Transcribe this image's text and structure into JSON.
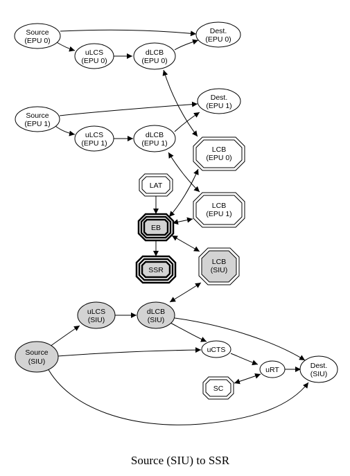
{
  "diagram": {
    "caption": "Source (SIU) to SSR",
    "colors": {
      "stroke": "#000000",
      "fill_default": "#ffffff",
      "fill_siu": "#d3d3d3",
      "background": "#ffffff"
    },
    "nodes": {
      "source_epu0": {
        "line1": "Source",
        "line2": "(EPU 0)",
        "shape": "ellipse"
      },
      "dest_epu0": {
        "line1": "Dest.",
        "line2": "(EPU 0)",
        "shape": "ellipse"
      },
      "ulcs_epu0": {
        "line1": "uLCS",
        "line2": "(EPU 0)",
        "shape": "ellipse"
      },
      "dlcb_epu0": {
        "line1": "dLCB",
        "line2": "(EPU 0)",
        "shape": "ellipse"
      },
      "source_epu1": {
        "line1": "Source",
        "line2": "(EPU 1)",
        "shape": "ellipse"
      },
      "dest_epu1": {
        "line1": "Dest.",
        "line2": "(EPU 1)",
        "shape": "ellipse"
      },
      "ulcs_epu1": {
        "line1": "uLCS",
        "line2": "(EPU 1)",
        "shape": "ellipse"
      },
      "dlcb_epu1": {
        "line1": "dLCB",
        "line2": "(EPU 1)",
        "shape": "ellipse"
      },
      "lcb_epu0": {
        "line1": "LCB",
        "line2": "(EPU 0)",
        "shape": "double-octagon"
      },
      "lcb_epu1": {
        "line1": "LCB",
        "line2": "(EPU 1)",
        "shape": "double-octagon"
      },
      "lat": {
        "line1": "LAT",
        "shape": "double-octagon"
      },
      "eb": {
        "line1": "EB",
        "shape": "triple-octagon",
        "filled": true
      },
      "ssr": {
        "line1": "SSR",
        "shape": "triple-octagon",
        "filled": true
      },
      "lcb_siu": {
        "line1": "LCB",
        "line2": "(SIU)",
        "shape": "double-octagon",
        "filled": true
      },
      "ulcs_siu": {
        "line1": "uLCS",
        "line2": "(SIU)",
        "shape": "ellipse",
        "filled": true
      },
      "dlcb_siu": {
        "line1": "dLCB",
        "line2": "(SIU)",
        "shape": "ellipse",
        "filled": true
      },
      "source_siu": {
        "line1": "Source",
        "line2": "(SIU)",
        "shape": "ellipse",
        "filled": true
      },
      "ucts": {
        "line1": "uCTS",
        "shape": "ellipse"
      },
      "urt": {
        "line1": "uRT",
        "shape": "ellipse"
      },
      "dest_siu": {
        "line1": "Dest.",
        "line2": "(SIU)",
        "shape": "ellipse"
      },
      "sc": {
        "line1": "SC",
        "shape": "double-octagon"
      }
    },
    "edges": [
      {
        "from": "source_epu0",
        "to": "dest_epu0",
        "direction": "forward"
      },
      {
        "from": "source_epu0",
        "to": "ulcs_epu0",
        "direction": "forward"
      },
      {
        "from": "ulcs_epu0",
        "to": "dlcb_epu0",
        "direction": "forward"
      },
      {
        "from": "dlcb_epu0",
        "to": "dest_epu0",
        "direction": "forward"
      },
      {
        "from": "dlcb_epu0",
        "to": "lcb_epu0",
        "direction": "both"
      },
      {
        "from": "source_epu1",
        "to": "dest_epu1",
        "direction": "forward"
      },
      {
        "from": "source_epu1",
        "to": "ulcs_epu1",
        "direction": "forward"
      },
      {
        "from": "ulcs_epu1",
        "to": "dlcb_epu1",
        "direction": "forward"
      },
      {
        "from": "dlcb_epu1",
        "to": "dest_epu1",
        "direction": "forward"
      },
      {
        "from": "dlcb_epu1",
        "to": "lcb_epu1",
        "direction": "both"
      },
      {
        "from": "lat",
        "to": "eb",
        "direction": "forward"
      },
      {
        "from": "eb",
        "to": "lcb_epu0",
        "direction": "both"
      },
      {
        "from": "eb",
        "to": "lcb_epu1",
        "direction": "both"
      },
      {
        "from": "eb",
        "to": "lcb_siu",
        "direction": "both"
      },
      {
        "from": "eb",
        "to": "ssr",
        "direction": "forward"
      },
      {
        "from": "dlcb_siu",
        "to": "lcb_siu",
        "direction": "both"
      },
      {
        "from": "ulcs_siu",
        "to": "dlcb_siu",
        "direction": "forward"
      },
      {
        "from": "source_siu",
        "to": "ulcs_siu",
        "direction": "forward"
      },
      {
        "from": "source_siu",
        "to": "ucts",
        "direction": "forward"
      },
      {
        "from": "dlcb_siu",
        "to": "ucts",
        "direction": "forward"
      },
      {
        "from": "dlcb_siu",
        "to": "dest_siu",
        "direction": "forward"
      },
      {
        "from": "ucts",
        "to": "urt",
        "direction": "forward"
      },
      {
        "from": "urt",
        "to": "dest_siu",
        "direction": "forward"
      },
      {
        "from": "sc",
        "to": "urt",
        "direction": "both"
      },
      {
        "from": "source_siu",
        "to": "dest_siu",
        "direction": "forward"
      }
    ]
  }
}
